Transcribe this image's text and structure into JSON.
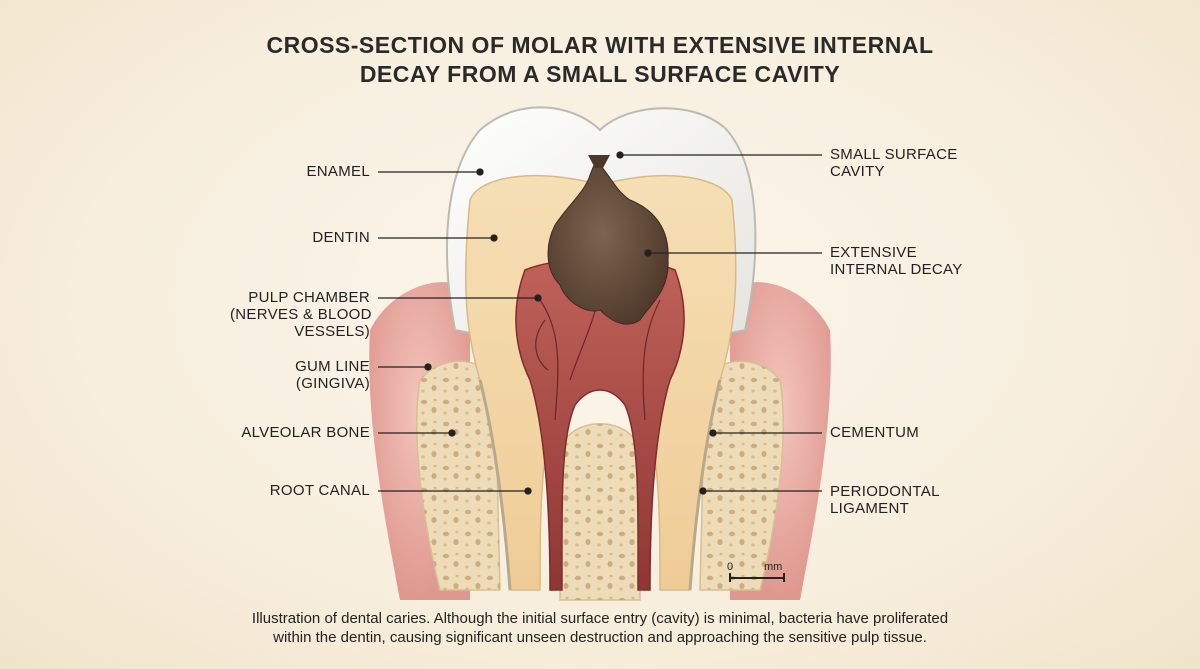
{
  "title": {
    "line1": "CROSS-SECTION OF MOLAR WITH EXTENSIVE INTERNAL",
    "line2": "DECAY FROM A SMALL SURFACE CAVITY"
  },
  "labels_left": {
    "enamel": "ENAMEL",
    "dentin": "DENTIN",
    "pulp_chamber_1": "PULP CHAMBER",
    "pulp_chamber_2": "(NERVES & BLOOD",
    "pulp_chamber_3": "VESSELS)",
    "gum_line_1": "GUM LINE",
    "gum_line_2": "(GINGIVA)",
    "alveolar_bone": "ALVEOLAR BONE",
    "root_canal": "ROOT CANAL"
  },
  "labels_right": {
    "surface_cavity_1": "SMALL SURFACE",
    "surface_cavity_2": "CAVITY",
    "internal_decay_1": "EXTENSIVE",
    "internal_decay_2": "INTERNAL DECAY",
    "cementum": "CEMENTUM",
    "periodontal_1": "PERIODONTAL",
    "periodontal_2": "LIGAMENT"
  },
  "scale_bar": {
    "zero": "0",
    "unit": "mm"
  },
  "caption": {
    "line1": "Illustration of dental caries. Although the initial surface entry (cavity) is minimal, bacteria have proliferated",
    "line2": "within the dentin, causing significant unseen destruction and approaching the sensitive pulp tissue."
  },
  "colors": {
    "enamel": "#f5f3ee",
    "dentin": "#f2d7a9",
    "pulp": "#a84a44",
    "decay": "#6b5442",
    "gum": "#e9a7a0",
    "bone": "#ecdcb6"
  }
}
